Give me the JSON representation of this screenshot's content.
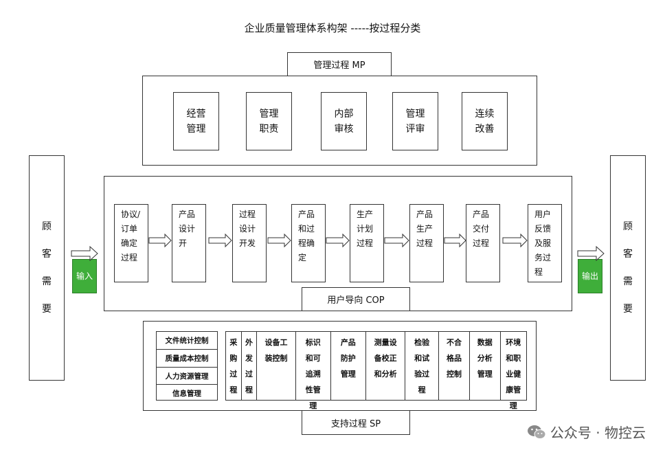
{
  "title": "企业质量管理体系构架 -----按过程分类",
  "management": {
    "label": "管理过程 MP",
    "items": [
      "经营管理",
      "管理职责",
      "内部审核",
      "管理评审",
      "连续改善"
    ]
  },
  "customer": {
    "left": "顾客需要",
    "right": "顾客需要"
  },
  "io": {
    "input": "输入",
    "output": "输出"
  },
  "core": {
    "label": "用户导向 COP",
    "steps": [
      "协议/订单确定过程",
      "产品设计开",
      "过程设计开发",
      "产品和过程确定",
      "生产计划过程",
      "产品生产过程",
      "产品交付过程",
      "用户反馈及服务过程"
    ]
  },
  "support": {
    "label": "支持过程 SP",
    "left_items": [
      "文件统计控制",
      "质量成本控制",
      "人力资源管理",
      "信息管理"
    ],
    "columns": [
      "采购过程",
      "外发过程",
      "设备工装控制",
      "标识和可追溯性管理",
      "产品防护管理",
      "测量设备校正和分析",
      "检验和试验过程",
      "不合格品控制",
      "数据分析管理",
      "环境和职业健康管理"
    ]
  },
  "watermark": {
    "text": "公众号 · 物控云",
    "icon": "wechat-icon"
  }
}
